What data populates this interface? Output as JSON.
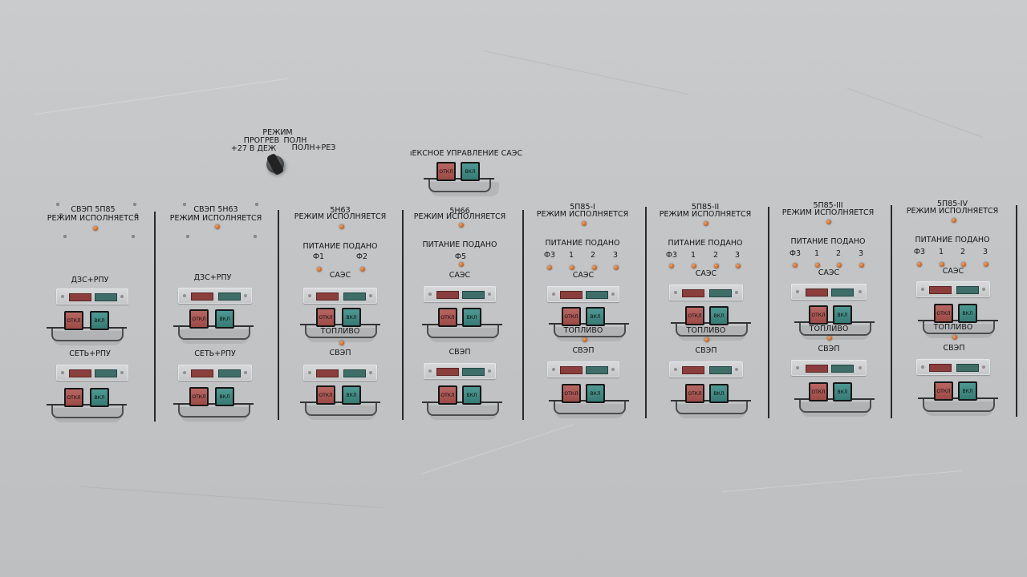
{
  "rotary_switch": {
    "title": "РЕЖИМ",
    "positions": [
      "ПРОГРЕВ",
      "+27 В ДЕЖ",
      "ПОЛН",
      "ПОЛН+РЕЗ"
    ]
  },
  "remote_control": {
    "title": "ıЕКСНОЕ УПРАВЛЕНИЕ САЭС",
    "off_label": "ОТКЛ",
    "on_label": "ВКЛ"
  },
  "sections": [
    {
      "title": "СВЭП 5П85",
      "status": "РЕЖИМ ИСПОЛНЯЕТСЯ",
      "groups": [
        {
          "label": "ДЗС+РПУ",
          "off": "ОТКЛ",
          "on": "ВКЛ"
        },
        {
          "label": "СЕТЬ+РПУ",
          "off": "ОТКЛ",
          "on": "ВКЛ"
        }
      ]
    },
    {
      "title": "СВЭП 5Н63",
      "status": "РЕЖИМ ИСПОЛНЯЕТСЯ",
      "groups": [
        {
          "label": "ДЗС+РПУ",
          "off": "ОТКЛ",
          "on": "ВКЛ"
        },
        {
          "label": "СЕТЬ+РПУ",
          "off": "ОТКЛ",
          "on": "ВКЛ"
        }
      ]
    },
    {
      "title": "5Н63",
      "status": "РЕЖИМ ИСПОЛНЯЕТСЯ",
      "power": "ПИТАНИЕ ПОДАНО",
      "phases": [
        "Ф1",
        "Ф2"
      ],
      "groups": [
        {
          "label": "САЭС",
          "off": "ОТКЛ",
          "on": "ВКЛ"
        },
        {
          "label": "СВЭП",
          "off": "ОТКЛ",
          "on": "ВКЛ"
        }
      ],
      "fuel": "ТОПЛИВО"
    },
    {
      "title": "5Н66",
      "status": "РЕЖИМ ИСПОЛНЯЕТСЯ",
      "power": "ПИТАНИЕ ПОДАНО",
      "phases": [
        "Ф5"
      ],
      "groups": [
        {
          "label": "САЭС",
          "off": "ОТКЛ",
          "on": "ВКЛ"
        },
        {
          "label": "СВЭП",
          "off": "ОТКЛ",
          "on": "ВКЛ"
        }
      ]
    },
    {
      "title": "5П85-I",
      "status": "РЕЖИМ ИСПОЛНЯЕТСЯ",
      "power": "ПИТАНИЕ ПОДАНО",
      "phases": [
        "Ф3",
        "1",
        "2",
        "3"
      ],
      "groups": [
        {
          "label": "САЭС",
          "off": "ОТКЛ",
          "on": "ВКЛ"
        },
        {
          "label": "СВЭП",
          "off": "ОТКЛ",
          "on": "ВКЛ"
        }
      ],
      "fuel": "ТОПЛИВО"
    },
    {
      "title": "5П85-II",
      "status": "РЕЖИМ ИСПОЛНЯЕТСЯ",
      "power": "ПИТАНИЕ ПОДАНО",
      "phases": [
        "Ф3",
        "1",
        "2",
        "3"
      ],
      "groups": [
        {
          "label": "САЭС",
          "off": "ОТКЛ",
          "on": "ВКЛ"
        },
        {
          "label": "СВЭП",
          "off": "ОТКЛ",
          "on": "ВКЛ"
        }
      ],
      "fuel": "ТОПЛИВО"
    },
    {
      "title": "5П85-III",
      "status": "РЕЖИМ ИСПОЛНЯЕТСЯ",
      "power": "ПИТАНИЕ ПОДАНО",
      "phases": [
        "Ф3",
        "1",
        "2",
        "3"
      ],
      "groups": [
        {
          "label": "САЭС",
          "off": "ОТКЛ",
          "on": "ВКЛ"
        },
        {
          "label": "СВЭП",
          "off": "ОТКЛ",
          "on": "ВКЛ"
        }
      ],
      "fuel": "ТОПЛИВО"
    },
    {
      "title": "5П85-IV",
      "status": "РЕЖИМ ИСПОЛНЯЕТСЯ",
      "power": "ПИТАНИЕ ПОДАНО",
      "phases": [
        "Ф3",
        "1",
        "2",
        "3"
      ],
      "groups": [
        {
          "label": "САЭС",
          "off": "ОТКЛ",
          "on": "ВКЛ"
        },
        {
          "label": "СВЭП",
          "off": "ОТКЛ",
          "on": "ВКЛ"
        }
      ],
      "fuel": "ТОПЛИВО"
    }
  ]
}
